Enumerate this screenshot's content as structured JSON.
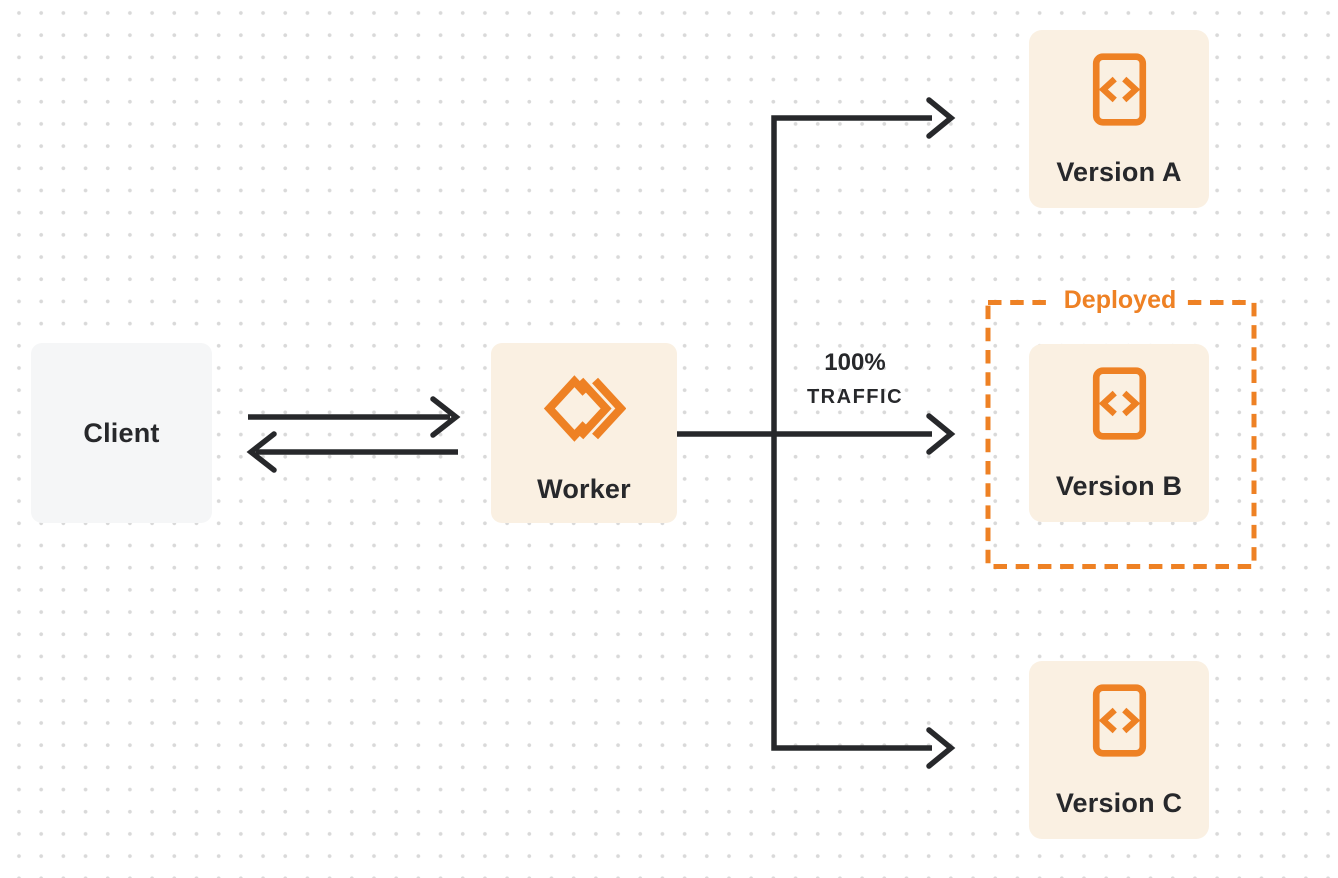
{
  "diagram": {
    "client": {
      "label": "Client"
    },
    "worker": {
      "label": "Worker"
    },
    "versions": [
      {
        "label": "Version A"
      },
      {
        "label": "Version B"
      },
      {
        "label": "Version C"
      }
    ],
    "deployed_badge": "Deployed",
    "traffic": {
      "percent": "100%",
      "word": "TRAFFIC"
    }
  },
  "icons": {
    "worker_logo": "cloudflare-workers-logo-icon",
    "version_icon": "code-file-icon",
    "arrows": "arrow-right-icon"
  },
  "colors": {
    "accent_orange": "#EE8124",
    "node_cream": "#FAF0E2",
    "client_gray": "#F5F6F7",
    "ink": "#27282B",
    "dot_grid": "#D9D9D9",
    "background": "#FFFFFF"
  }
}
